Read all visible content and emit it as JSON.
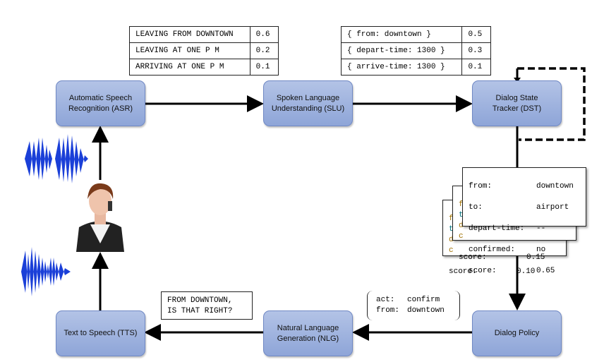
{
  "modules": {
    "asr": "Automatic Speech Recognition (ASR)",
    "slu": "Spoken Language Understanding (SLU)",
    "dst": "Dialog State Tracker (DST)",
    "policy": "Dialog Policy",
    "nlg": "Natural Language Generation (NLG)",
    "tts": "Text to Speech (TTS)"
  },
  "asr_hyps": [
    {
      "text": "LEAVING FROM DOWNTOWN",
      "score": "0.6"
    },
    {
      "text": "LEAVING AT ONE P M",
      "score": "0.2"
    },
    {
      "text": "ARRIVING AT ONE P M",
      "score": "0.1"
    }
  ],
  "slu_hyps": [
    {
      "text": "{ from: downtown }",
      "score": "0.5"
    },
    {
      "text": "{ depart-time: 1300 }",
      "score": "0.3"
    },
    {
      "text": "{ arrive-time: 1300 }",
      "score": "0.1"
    }
  ],
  "states": {
    "front": {
      "from_label": "from:",
      "from": "downtown",
      "to_label": "to:",
      "to": "airport",
      "depart_label": "depart-time:",
      "depart": "--",
      "confirmed_label": "confirmed:",
      "confirmed": "no",
      "score_label": "score:",
      "score": "0.65"
    },
    "middle": {
      "score_label": "score:",
      "score": "0.15"
    },
    "back": {
      "score_label": "score:",
      "score": "0.10"
    }
  },
  "policy_act": {
    "act_label": "act:",
    "act": "confirm",
    "from_label": "from:",
    "from": "downtown"
  },
  "nlg_output": {
    "line1": "FROM DOWNTOWN,",
    "line2": "IS THAT RIGHT?"
  },
  "colors": {
    "module_fill": "#9fb3e0",
    "module_border": "#6f88c4",
    "waveform": "#1a3fd8"
  }
}
